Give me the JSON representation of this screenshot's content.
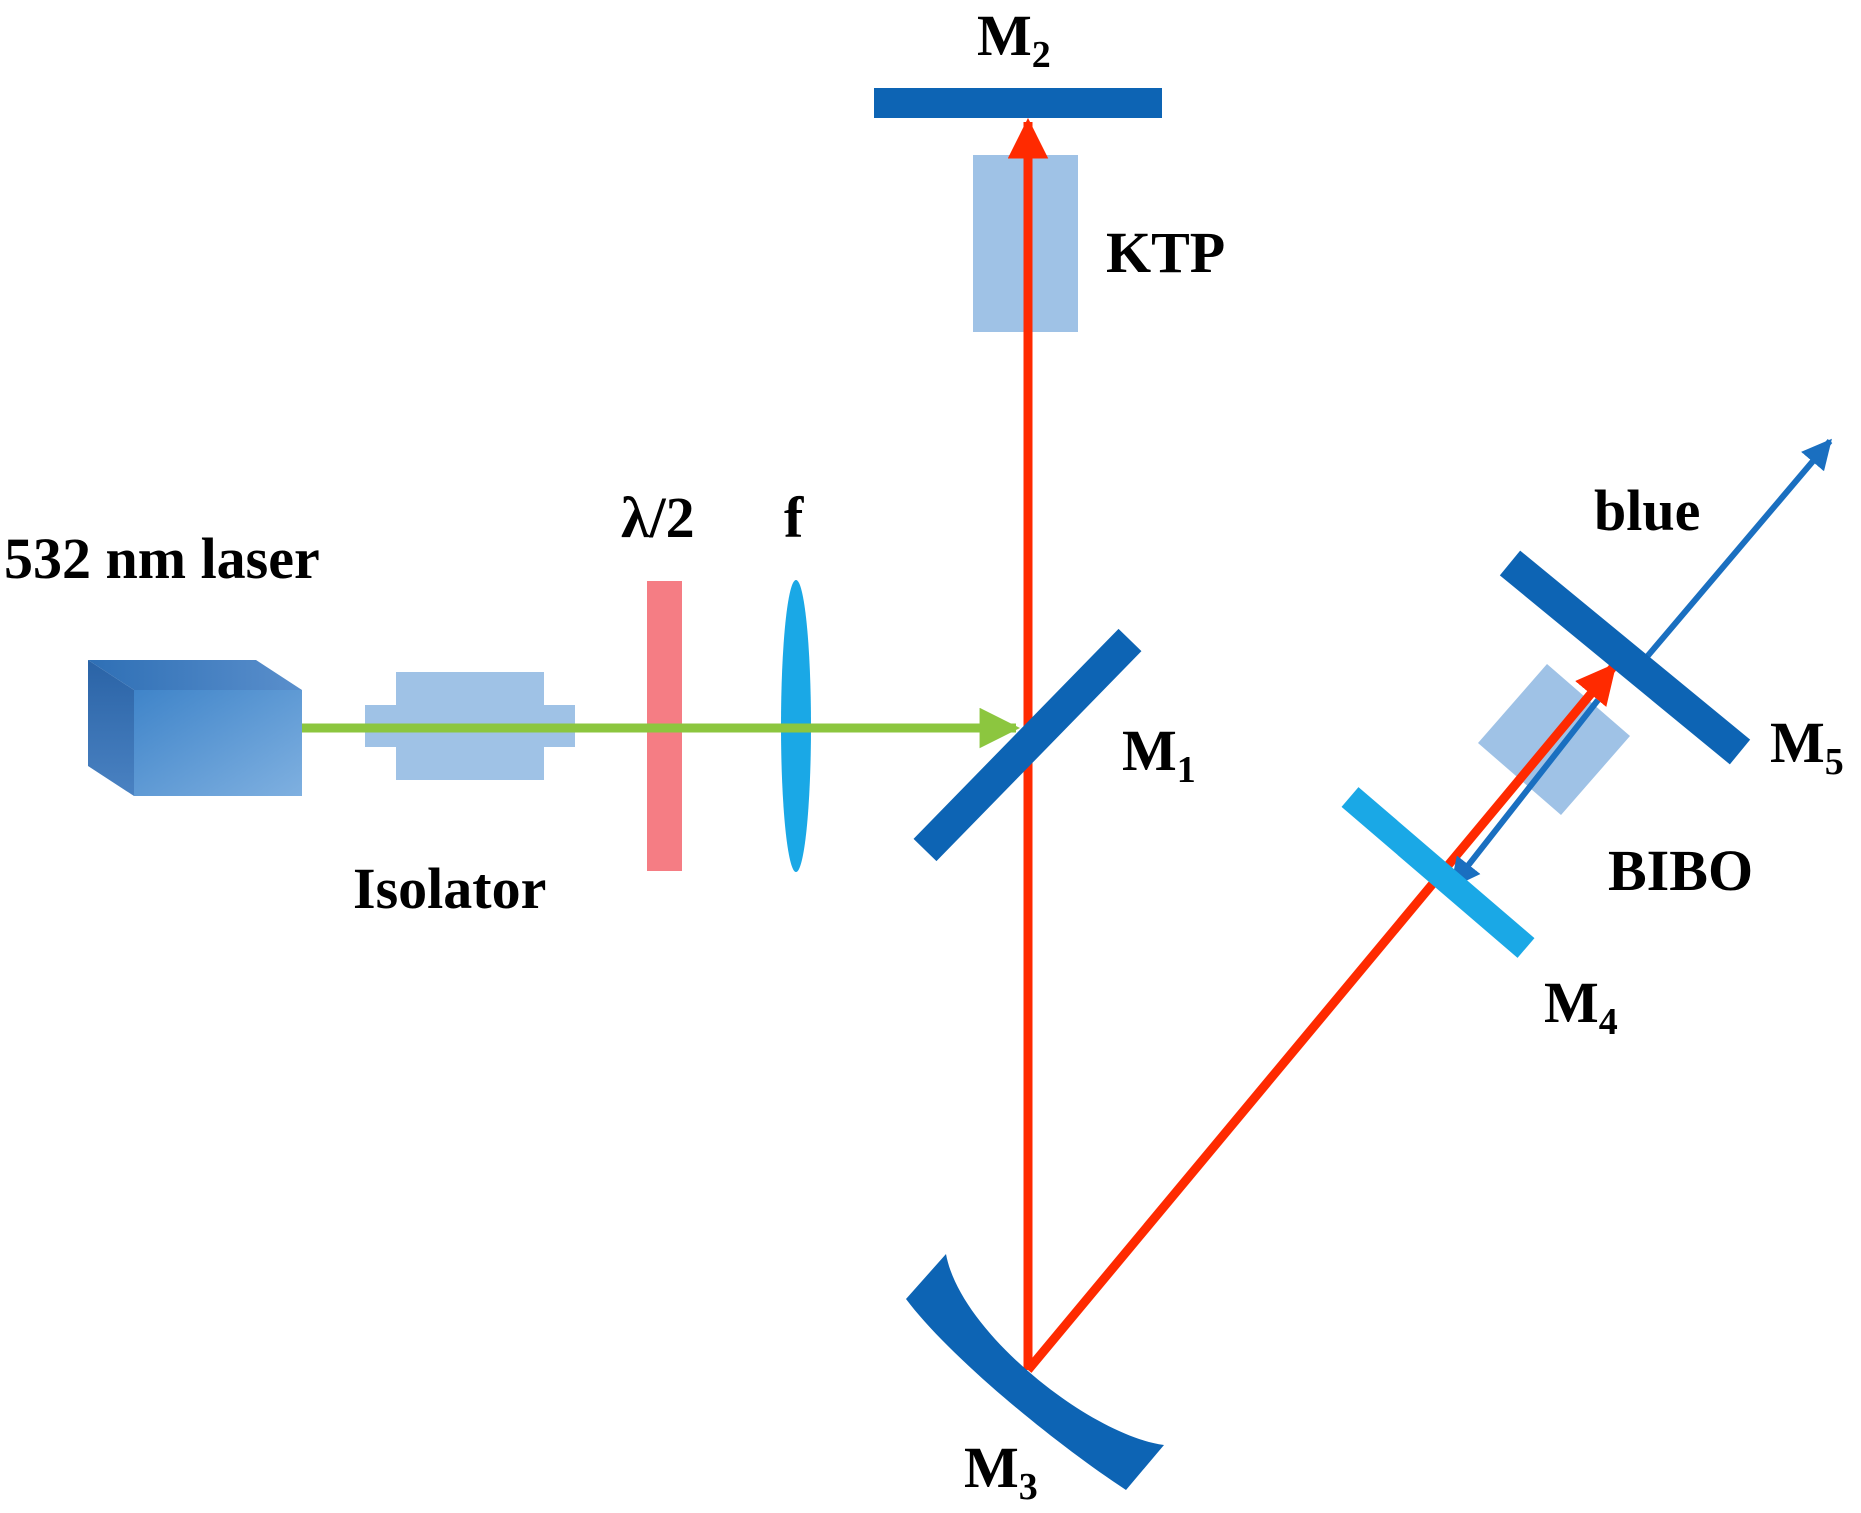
{
  "labels": {
    "laser": "532 nm laser",
    "isolator": "Isolator",
    "half_wave_plate": "λ/2",
    "lens": "f",
    "ktp": "KTP",
    "blue": "blue",
    "bibo": "BIBO",
    "mirror_prefix": "M",
    "m1_sub": "1",
    "m2_sub": "2",
    "m3_sub": "3",
    "m4_sub": "4",
    "m5_sub": "5"
  },
  "colors": {
    "green_beam": "#8cc63f",
    "red_beam": "#ff2a00",
    "blue_beam": "#1a6fc0",
    "mirror": "#0d64b4",
    "light_mirror": "#1aa8e6",
    "crystal": "#9fc2e6",
    "waveplate": "#f57d84",
    "lens": "#1aa8e6"
  },
  "icons": {
    "laser": "laser-box-icon",
    "isolator": "isolator-icon"
  }
}
